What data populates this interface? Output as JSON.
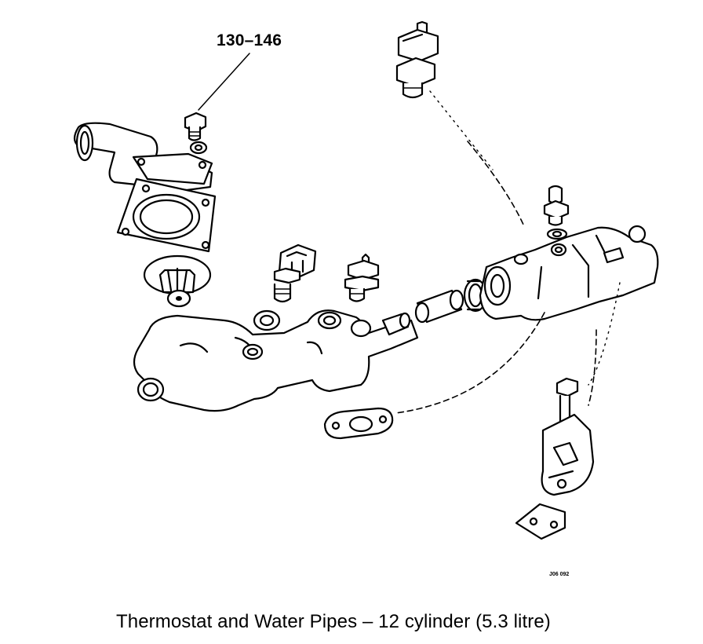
{
  "diagram": {
    "part_reference": "130–146",
    "figure_code": "J06 092",
    "caption": "Thermostat and Water Pipes – 12 cylinder (5.3 litre)"
  }
}
